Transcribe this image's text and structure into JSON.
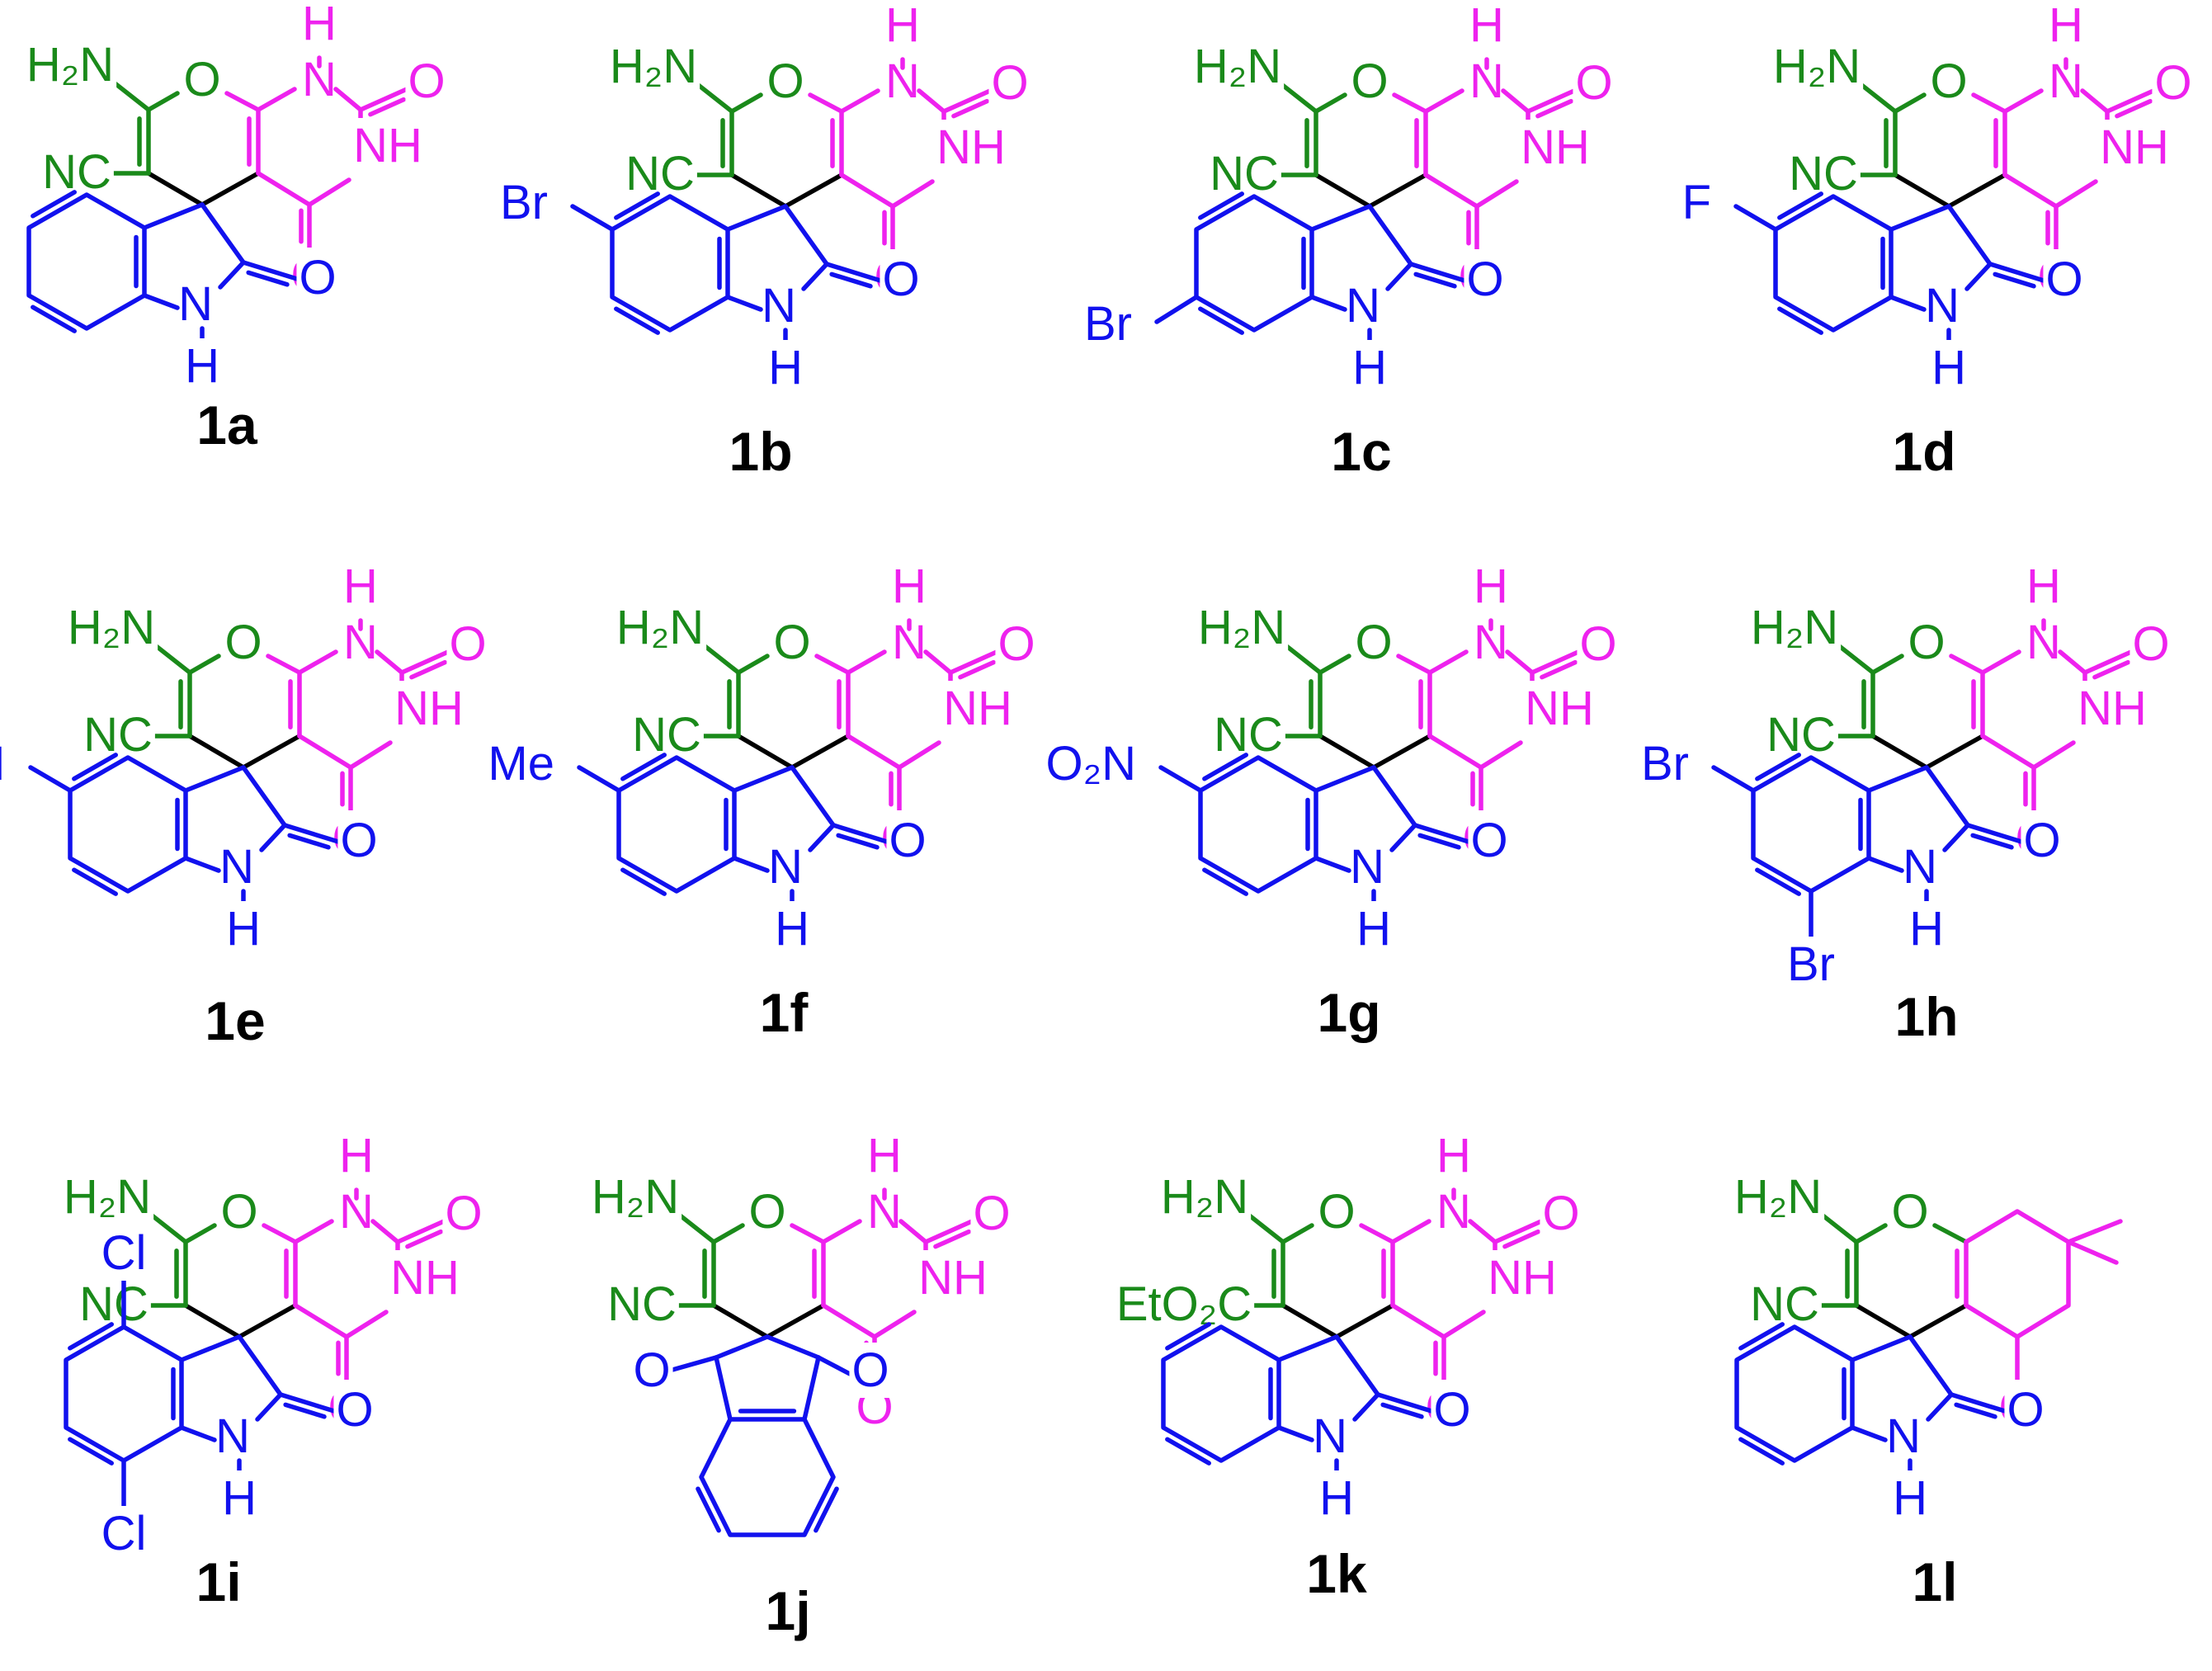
{
  "colors": {
    "green": "#1a8a1a",
    "blue": "#1111ee",
    "magenta": "#ee22ee",
    "black": "#000000"
  },
  "compounds": [
    {
      "id": "1a",
      "label": "1a"
    },
    {
      "id": "1b",
      "label": "1b"
    },
    {
      "id": "1c",
      "label": "1c"
    },
    {
      "id": "1d",
      "label": "1d"
    },
    {
      "id": "1e",
      "label": "1e"
    },
    {
      "id": "1f",
      "label": "1f"
    },
    {
      "id": "1g",
      "label": "1g"
    },
    {
      "id": "1h",
      "label": "1h"
    },
    {
      "id": "1i",
      "label": "1i"
    },
    {
      "id": "1j",
      "label": "1j"
    },
    {
      "id": "1k",
      "label": "1k"
    },
    {
      "id": "1l",
      "label": "1l"
    }
  ],
  "atom_labels": {
    "amine": "H₂N",
    "nitrile": "NC",
    "ester": "EtO₂C",
    "oxygen": "O",
    "nh": "NH",
    "n": "N",
    "h": "H",
    "bromine": "Br",
    "fluorine": "F",
    "iodine": "I",
    "methyl": "Me",
    "nitro": "O₂N",
    "chlorine": "Cl"
  }
}
